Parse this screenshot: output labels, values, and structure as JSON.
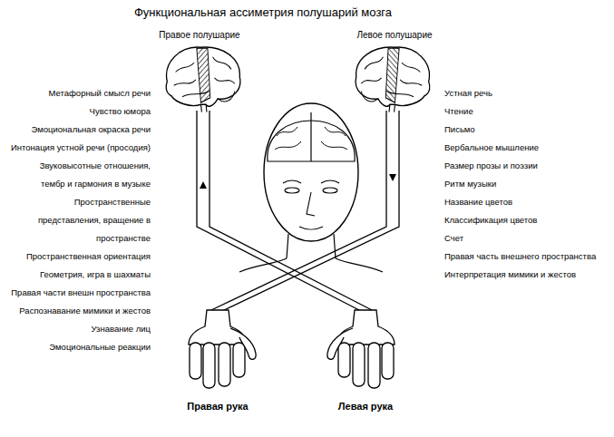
{
  "diagram": {
    "title": "Функциональная ассиметрия полушарий мозга",
    "labels": [
      "Правое полушарие",
      "Левое полушарие",
      "Метафорный смысл речи",
      "Чувство юмора",
      "Эмоциональная окраска речи",
      "Интонация устной речи (просодия)",
      "Звуковысотные отношения, тембр и гармония в музыке",
      "Пространственные представления, вращение в пространстве",
      "Пространственная ориентация",
      "Геометрия, игра в шахматы",
      "Правая части внешн пространства",
      "Распознавание мимики и жестов",
      "Узнавание лиц",
      "Эмоциональные реакции",
      "Устная речь",
      "Чтение",
      "Письмо",
      "Вербальное мышление",
      "Размер прозы и поэзии",
      "Ритм музыки",
      "Название цветов",
      "Классификация цветов",
      "Счет",
      "Правая часть внешнего пространства",
      "Интерпретация мимики и жестов",
      "Правая рука",
      "Левая рука"
    ]
  }
}
